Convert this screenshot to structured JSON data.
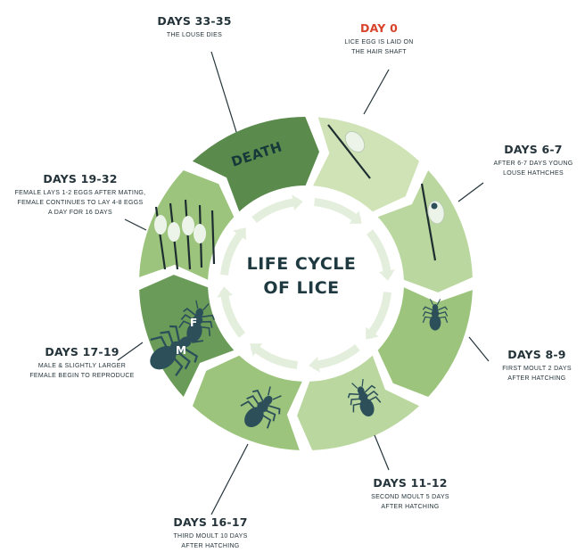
{
  "center_title": [
    "LIFE CYCLE",
    "OF LICE"
  ],
  "death_label": "DEATH",
  "sex_marks": {
    "male": "M",
    "female": "F"
  },
  "stages": [
    {
      "heading": "DAY 0",
      "description": [
        "LICE EGG IS LAID ON",
        "THE HAIR SHAFT"
      ]
    },
    {
      "heading": "DAYS 6-7",
      "description": [
        "AFTER 6-7 DAYS YOUNG",
        "LOUSE HATHCHES"
      ]
    },
    {
      "heading": "DAYS 8-9",
      "description": [
        "FIRST MOULT 2 DAYS",
        "AFTER HATCHING"
      ]
    },
    {
      "heading": "DAYS 11-12",
      "description": [
        "SECOND MOULT 5 DAYS",
        "AFTER HATCHING"
      ]
    },
    {
      "heading": "DAYS 16-17",
      "description": [
        "THIRD MOULT 10 DAYS",
        "AFTER HATCHING"
      ]
    },
    {
      "heading": "DAYS 17-19",
      "description": [
        "MALE & SLIGHTLY LARGER",
        "FEMALE BEGIN TO REPRODUCE"
      ]
    },
    {
      "heading": "DAYS 19-32",
      "description": [
        "FEMALE LAYS 1-2 EGGS AFTER MATING,",
        "FEMALE CONTINUES TO LAY 4-8 EGGS",
        "A DAY FOR 16 DAYS"
      ]
    },
    {
      "heading": "DAYS 33-35",
      "description": [
        "THE LOUSE DIES"
      ]
    }
  ],
  "colors": {
    "ring_light": "#cfe3b6",
    "ring_pale": "#b9d79e",
    "ring_mid": "#9cc47c",
    "ring_dark": "#6b9b58",
    "ring_darkest": "#5a8a4c",
    "day0_heading": "#d8432c",
    "text": "#24343a",
    "louse": "#2c4f5a",
    "egg": "#e9f1e4"
  }
}
